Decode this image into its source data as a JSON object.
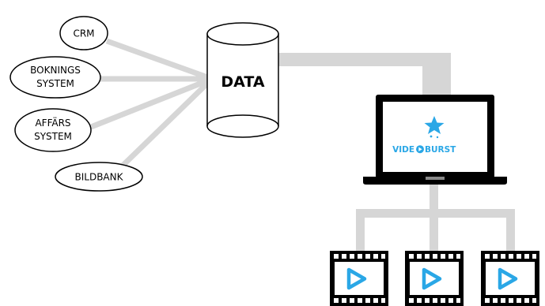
{
  "sources": [
    {
      "id": "crm",
      "lines": [
        "CRM"
      ]
    },
    {
      "id": "bokningssystem",
      "lines": [
        "BOKNINGS",
        "SYSTEM"
      ]
    },
    {
      "id": "affarssystem",
      "lines": [
        "AFFÄRS",
        "SYSTEM"
      ]
    },
    {
      "id": "bildbank",
      "lines": [
        "BILDBANK"
      ]
    }
  ],
  "database": {
    "label": "DATA"
  },
  "laptop": {
    "brand_a": "VIDE",
    "brand_b": "BURST"
  },
  "videos": {
    "count": 3
  },
  "colors": {
    "connector": "#d6d6d6",
    "outline": "#000000",
    "accent": "#2aa7e6",
    "background": "#ffffff"
  }
}
